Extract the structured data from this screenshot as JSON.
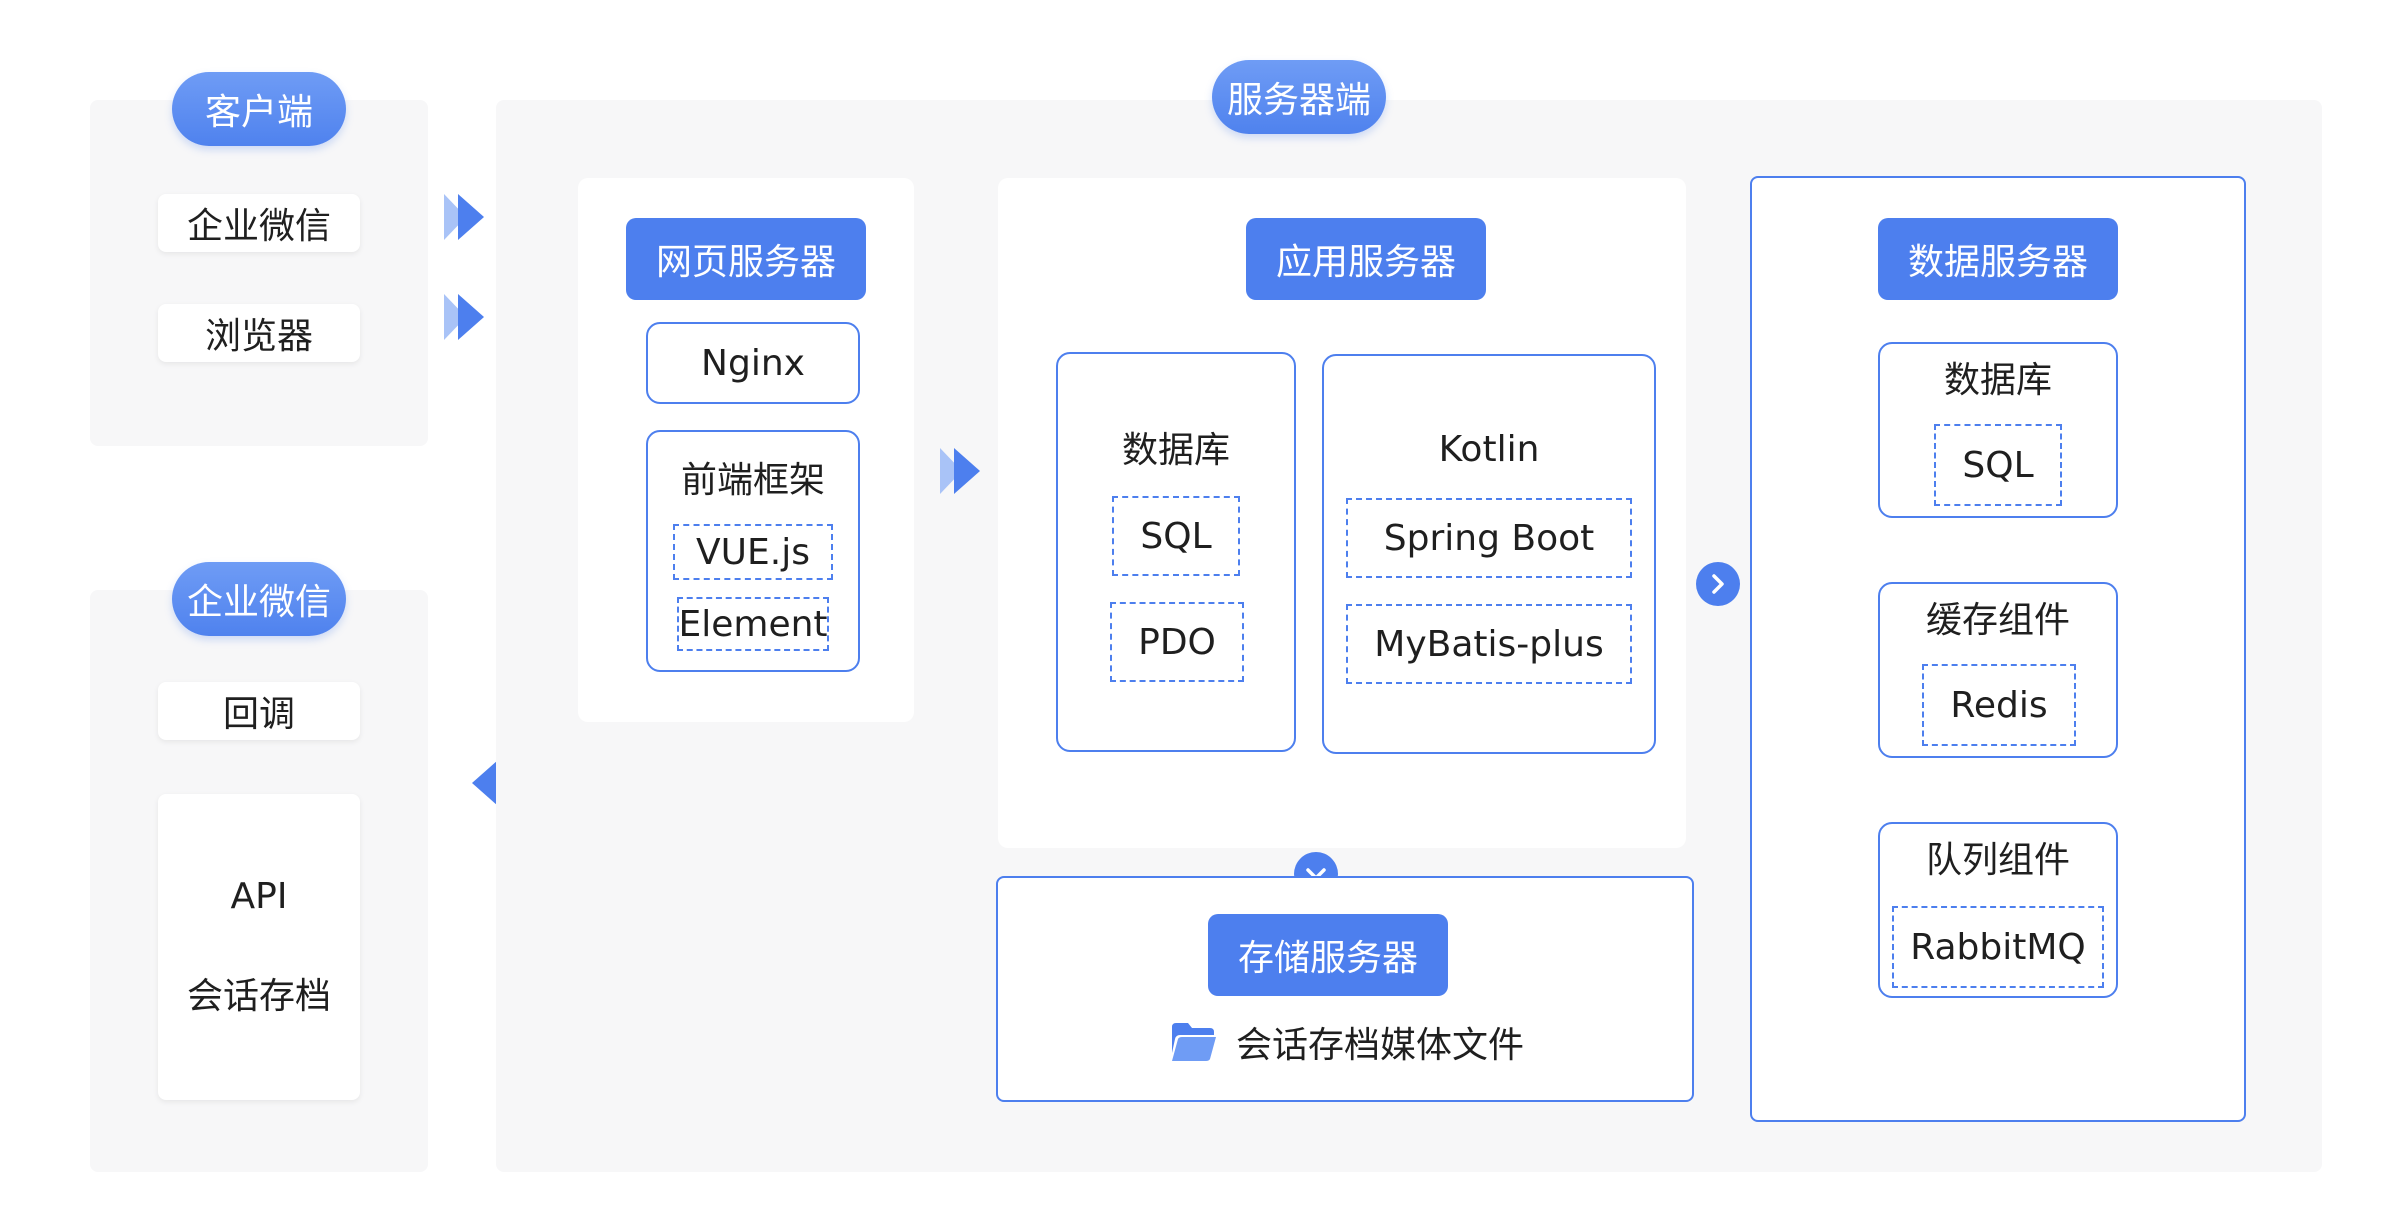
{
  "client": {
    "title": "客户端",
    "items": [
      "企业微信",
      "浏览器"
    ]
  },
  "wecom": {
    "title": "企业微信",
    "callback": "回调",
    "api": "API",
    "archive": "会话存档"
  },
  "server": {
    "title": "服务器端",
    "web": {
      "title": "网页服务器",
      "nginx": "Nginx",
      "frontend_title": "前端框架",
      "frontend_items": [
        "VUE.js",
        "Element"
      ]
    },
    "app": {
      "title": "应用服务器",
      "db_title": "数据库",
      "db_items": [
        "SQL",
        "PDO"
      ],
      "lang_title": "Kotlin",
      "lang_items": [
        "Spring Boot",
        "MyBatis-plus"
      ]
    },
    "storage": {
      "title": "存储服务器",
      "file_label": "会话存档媒体文件"
    },
    "data": {
      "title": "数据服务器",
      "groups": [
        {
          "title": "数据库",
          "item": "SQL"
        },
        {
          "title": "缓存组件",
          "item": "Redis"
        },
        {
          "title": "队列组件",
          "item": "RabbitMQ"
        }
      ]
    }
  },
  "colors": {
    "accent": "#4d7fee",
    "panel": "#f7f7f8"
  }
}
